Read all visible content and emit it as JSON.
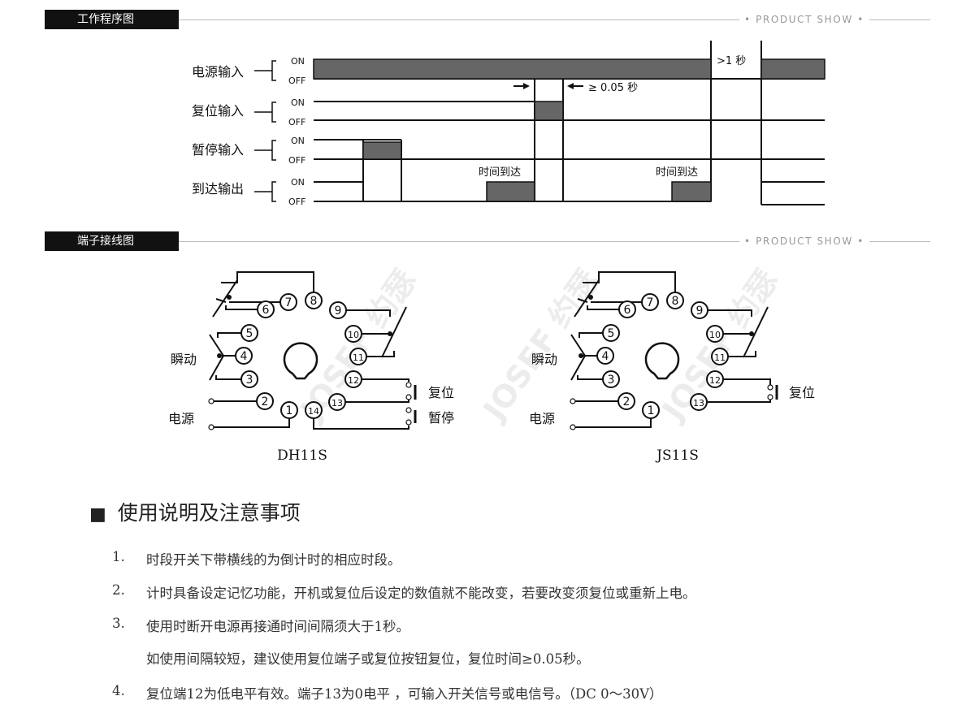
{
  "sections": {
    "timing": {
      "title": "工作程序图",
      "tagline": "• PRODUCT SHOW •"
    },
    "wiring": {
      "title": "端子接线图",
      "tagline": "• PRODUCT SHOW •"
    }
  },
  "timing_diagram": {
    "signals": [
      "电源输入",
      "复位输入",
      "暂停输入",
      "到达输出"
    ],
    "on_label": "ON",
    "off_label": "OFF",
    "annotations": {
      "gap": ">1 秒",
      "pulse": "≥ 0.05 秒",
      "time_up_1": "时间到达",
      "time_up_2": "时间到达"
    }
  },
  "wiring_diagrams": [
    {
      "model": "DH11S",
      "instant_label": "瞬动",
      "power_label": "电源",
      "reset_label": "复位",
      "pause_label": "暂停",
      "pins": [
        "1",
        "2",
        "3",
        "4",
        "5",
        "6",
        "7",
        "8",
        "9",
        "10",
        "11",
        "12",
        "13",
        "14"
      ]
    },
    {
      "model": "JS11S",
      "instant_label": "瞬动",
      "power_label": "电源",
      "reset_label": "复位",
      "pins": [
        "1",
        "2",
        "3",
        "4",
        "5",
        "6",
        "7",
        "8",
        "9",
        "10",
        "11",
        "12",
        "13"
      ]
    }
  ],
  "watermark": "JOSEF 约瑟",
  "notes": {
    "heading_bullet": "■",
    "heading": "使用说明及注意事项",
    "items": [
      {
        "num": "1.",
        "text": "时段开关下带横线的为倒计时的相应时段。"
      },
      {
        "num": "2.",
        "text": "计时具备设定记忆功能，开机或复位后设定的数值就不能改变，若要改变须复位或重新上电。"
      },
      {
        "num": "3.",
        "text": "使用时断开电源再接通时间间隔须大于1秒。"
      },
      {
        "num": "",
        "text": "如使用间隔较短，建议使用复位端子或复位按钮复位，复位时间≥0.05秒。"
      },
      {
        "num": "4.",
        "text": "复位端12为低电平有效。端子13为0电平 ，可输入开关信号或电信号。（DC 0～30V）"
      }
    ]
  }
}
